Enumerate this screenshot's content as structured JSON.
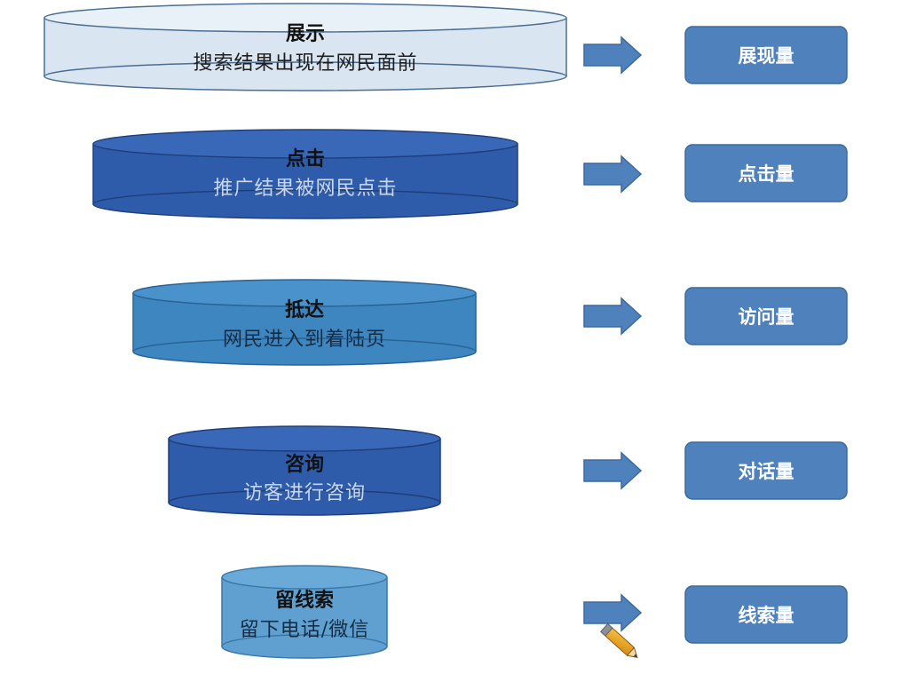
{
  "funnel": {
    "stages": [
      {
        "title": "展示",
        "desc": "搜索结果出现在网民面前",
        "fill": "#d9e5f0",
        "top_fill": "#e8f0f8",
        "stroke": "#4a6e96",
        "desc_color": "#1e1e1e"
      },
      {
        "title": "点击",
        "desc": "推广结果被网民点击",
        "fill": "#2f5caa",
        "top_fill": "#3a68b8",
        "stroke": "#1f3f7a",
        "desc_color": "#c9d7ee"
      },
      {
        "title": "抵达",
        "desc": "网民进入到着陆页",
        "fill": "#3e86c0",
        "top_fill": "#4a92cc",
        "stroke": "#2a6394",
        "desc_color": "#142c44"
      },
      {
        "title": "咨询",
        "desc": "访客进行咨询",
        "fill": "#2f5caa",
        "top_fill": "#3a68b8",
        "stroke": "#1f3f7a",
        "desc_color": "#c9d7ee"
      },
      {
        "title": "留线索",
        "desc": "留下电话/微信",
        "fill": "#5fa0d0",
        "top_fill": "#6aaad8",
        "stroke": "#3a78a8",
        "desc_color": "#142c44"
      }
    ]
  },
  "metrics": [
    {
      "label": "展现量"
    },
    {
      "label": "点击量"
    },
    {
      "label": "访问量"
    },
    {
      "label": "对话量"
    },
    {
      "label": "线索量"
    }
  ],
  "colors": {
    "arrow": "#4f81bd",
    "arrow_stroke": "#3b6aa0",
    "metric_box": "#4f81bd",
    "metric_box_stroke": "#3b6aa0"
  },
  "icons": {
    "cursor": "pencil-icon"
  }
}
